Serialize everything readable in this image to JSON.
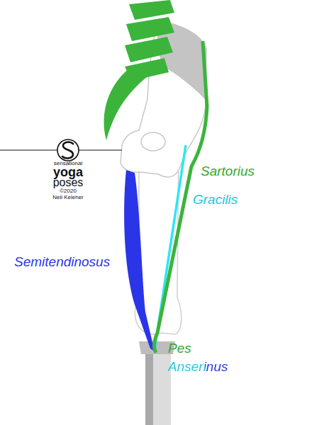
{
  "diagram": {
    "labels": [
      "sensational",
      "yoga",
      "poses",
      "©2020",
      "Neil Keleher",
      "Sartorius",
      "Gracilis",
      "Semitendinosus",
      "Pes",
      "Anserinus"
    ]
  }
}
